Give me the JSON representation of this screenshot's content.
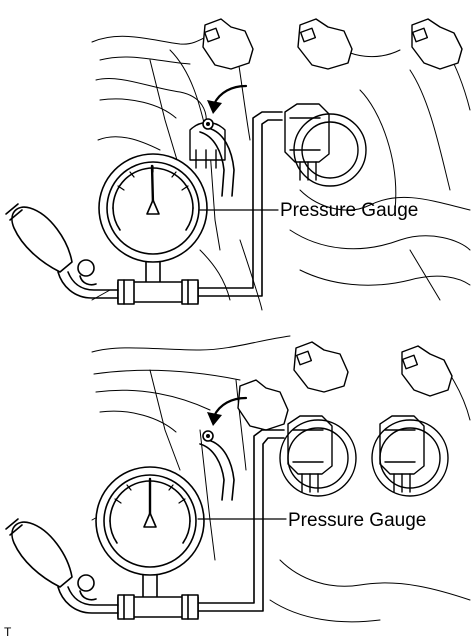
{
  "panels": [
    {
      "label": "Pressure Gauge"
    },
    {
      "label": "Pressure Gauge"
    }
  ],
  "figure_code": "T"
}
